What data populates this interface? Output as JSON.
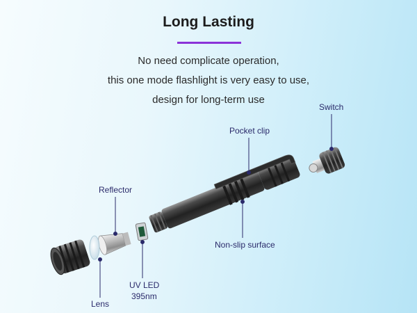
{
  "header": {
    "title": "Long Lasting",
    "description_lines": [
      "No need complicate operation,",
      "this one mode flashlight is very easy to use,",
      "design for long-term use"
    ],
    "accent_color": "#8b33d8"
  },
  "labels": {
    "switch": "Switch",
    "pocket_clip": "Pocket clip",
    "reflector": "Reflector",
    "non_slip": "Non-slip surface",
    "uv_led_1": "UV LED",
    "uv_led_2": "395nm",
    "lens": "Lens"
  },
  "label_color": "#2a2a6a"
}
